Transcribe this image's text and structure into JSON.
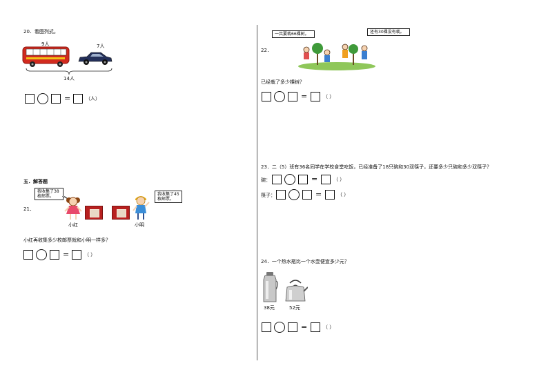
{
  "left": {
    "q20": {
      "title": "20．看图列式。",
      "bus_label": "9人",
      "car_label": "7人",
      "total_label": "14人",
      "unit": "（人）"
    },
    "section_title": "五．解答题",
    "q21": {
      "number": "21．",
      "girl_bubble": "我收集了38枚邮票。",
      "boy_bubble": "我收集了45枚邮票。",
      "girl_name": "小红",
      "boy_name": "小明",
      "question": "小红再收集多少枚邮票就和小明一样多？",
      "unit": "（ ）"
    }
  },
  "right": {
    "q22": {
      "number": "22．",
      "bubble_left": "一共要栽66棵树。",
      "bubble_right": "还有30棵没有栽。",
      "question": "已经栽了多少棵树？",
      "unit": "（ ）"
    },
    "q23": {
      "question": "23．二（5）班有36名同学在学校食堂吃饭，已经准备了18只碗和30双筷子，还要多少只碗和多少双筷子？",
      "bowl_label": "碗：",
      "chopsticks_label": "筷子：",
      "unit": "（ ）"
    },
    "q24": {
      "question": "24．一个热水瓶比一个水壶便宜多少元？",
      "thermos_price": "38元",
      "kettle_price": "52元",
      "unit": "（ ）"
    }
  }
}
